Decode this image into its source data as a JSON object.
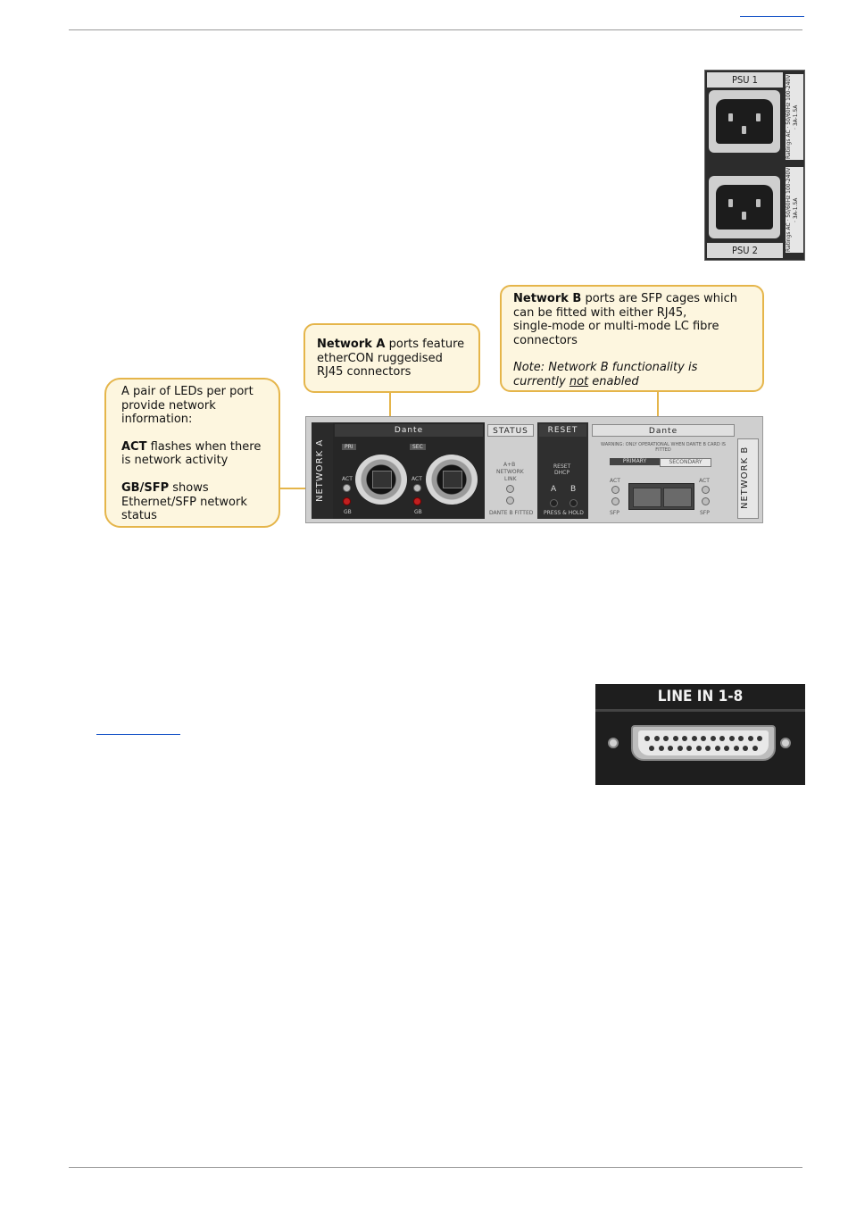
{
  "psu_panel": {
    "psu1_label": "PSU 1",
    "psu2_label": "PSU 2",
    "rating1": "Ratings AC · 50/60Hz 100-240V · 3A-1.5A",
    "rating2": "Ratings AC · 50/60Hz 100-240V · 3A-1.5A"
  },
  "callouts": {
    "leds": {
      "line1": "A pair of LEDs per port",
      "line2": "provide network",
      "line3": "information:",
      "act_bold": "ACT",
      "act_rest": " flashes when there",
      "act_line2": "is network activity",
      "gb_bold": "GB/SFP",
      "gb_rest": " shows",
      "gb_line2": "Ethernet/SFP network",
      "gb_line3": "status"
    },
    "network_a": {
      "bold": "Network A",
      "rest": " ports feature",
      "line2": "etherCON ruggedised",
      "line3": "RJ45 connectors"
    },
    "network_b": {
      "bold": "Network B",
      "rest": " ports are SFP cages which",
      "line2": "can be fitted with either RJ45,",
      "line3": "single-mode or multi-mode LC fibre",
      "line4": "connectors",
      "note1": "Note: Network B functionality is",
      "note2_pre": "currently ",
      "note2_u": "not",
      "note2_post": " enabled"
    }
  },
  "rear_panel": {
    "network_a_label": "NETWORK A",
    "network_b_label": "NETWORK B",
    "dante_a": "Dante",
    "dante_b": "Dante",
    "status_label": "STATUS",
    "reset_label": "RESET",
    "pri_label": "PRI",
    "sec_label": "SEC",
    "act_label": "ACT",
    "gb_label": "GB",
    "sfp_label": "SFP",
    "status_text1": "A+B",
    "status_text2": "NETWORK",
    "status_text3": "LINK",
    "status_foot": "DANTE B FITTED",
    "reset_text1": "RESET",
    "reset_text2": "DHCP",
    "reset_a": "A",
    "reset_b": "B",
    "reset_foot": "PRESS & HOLD",
    "warning": "WARNING: ONLY OPERATIONAL WHEN DANTE B CARD IS FITTED",
    "primary": "PRIMARY",
    "secondary": "SECONDARY"
  },
  "line_in": {
    "title": "LINE IN 1-8"
  }
}
